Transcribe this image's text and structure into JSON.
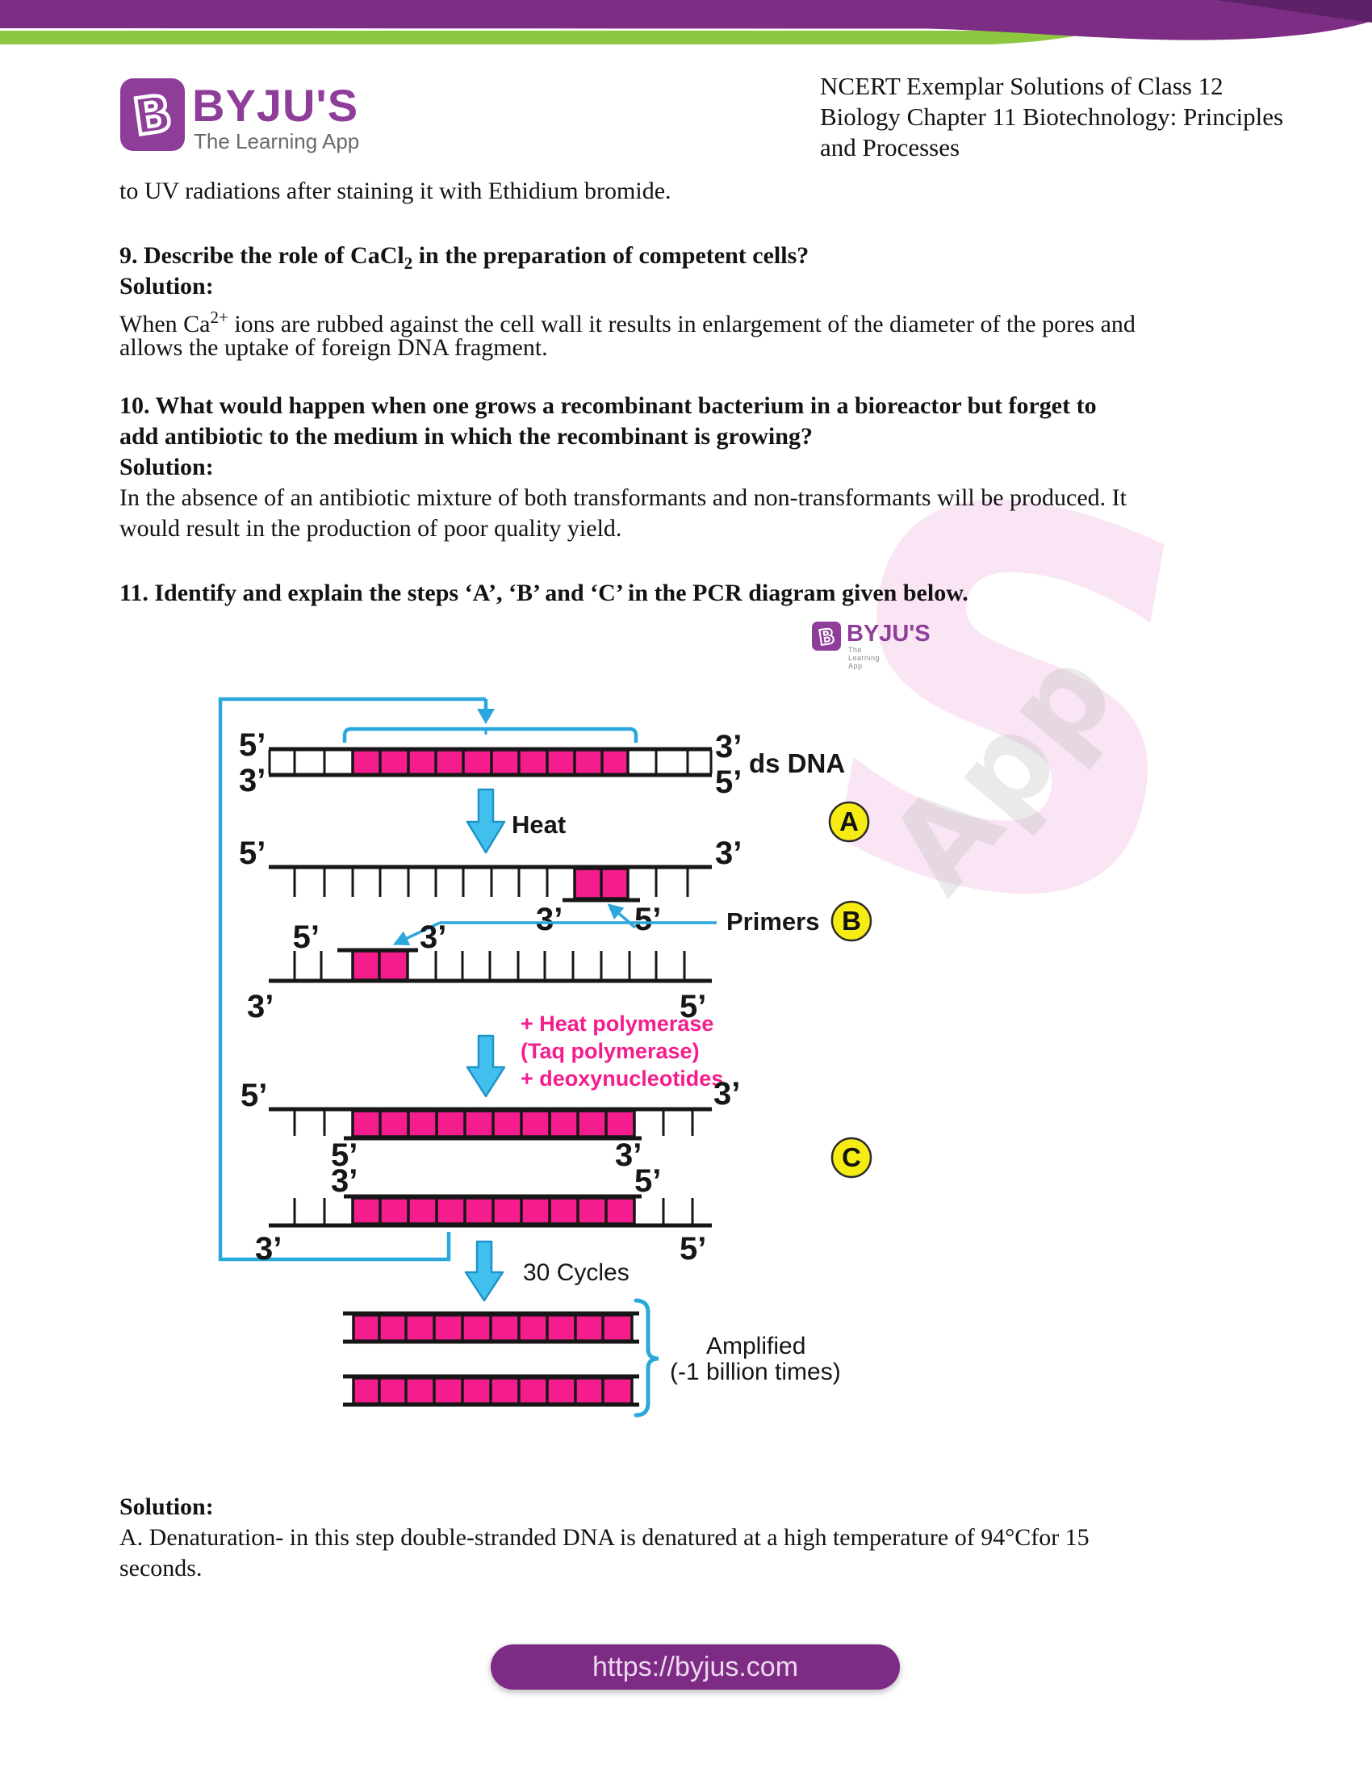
{
  "header": {
    "logo": {
      "icon_letter": "B",
      "brand": "BYJU'S",
      "tagline": "The Learning App"
    },
    "title_lines": [
      "NCERT Exemplar Solutions of Class 12",
      "Biology Chapter 11 Biotechnology: Principles",
      "and Processes"
    ],
    "colors": {
      "purple": "#7d2e84",
      "dark_purple": "#5c2166",
      "green": "#8dc63f",
      "logo_purple": "#8e3d99"
    }
  },
  "content": {
    "intro_line": "to UV radiations after staining it with Ethidium bromide.",
    "q9": {
      "title_prefix": "9. Describe the role of CaCl",
      "title_sub": "2",
      "title_suffix": " in the preparation of competent cells?",
      "solution_label": "Solution:",
      "answer_prefix": "When Ca",
      "answer_sup": "2+",
      "answer_line1_rest": " ions are rubbed against the cell wall it results in enlargement of the diameter of the pores and",
      "answer_line2": "allows the uptake of foreign DNA fragment."
    },
    "q10": {
      "title_line1": "10. What would happen when one grows a recombinant bacterium in a bioreactor but forget to",
      "title_line2": "add antibiotic to the medium in which the recombinant is growing?",
      "solution_label": "Solution:",
      "answer_line1": "In the absence of an antibiotic mixture of both transformants and non-transformants will be produced. It",
      "answer_line2": "would result in the production of poor quality yield."
    },
    "q11": {
      "title": "11. Identify and explain the steps ‘A’, ‘B’ and ‘C’ in the PCR diagram given below."
    },
    "bottom": {
      "solution_label": "Solution:",
      "answer_line1": "A. Denaturation- in this step double-stranded DNA is denatured at a high temperature of 94°Cfor 15",
      "answer_line2": "seconds."
    }
  },
  "diagram": {
    "watermark_logo": {
      "icon_letter": "B",
      "brand": "BYJU'S",
      "tagline": "The Learning App"
    },
    "watermark_s": "S",
    "watermark_app": "App",
    "labels": {
      "p5": "5’",
      "p3": "3’"
    },
    "texts": {
      "ds_dna": "ds DNA",
      "heat": "Heat",
      "primers": "Primers",
      "taq1": "+ Heat polymerase",
      "taq2": "(Taq polymerase)",
      "taq3": "+ deoxynucleotides",
      "cycles": "30 Cycles",
      "amplified1": "Amplified",
      "amplified2": "(-1 billion times)"
    },
    "steps": {
      "a": "A",
      "b": "B",
      "c": "C"
    },
    "colors": {
      "pink": "#f51d8d",
      "blue": "#2aa7dc",
      "arrow_fill": "#41c0ee",
      "arrow_stroke": "#1e93c9",
      "yellow": "#f6ec13",
      "pill_purple": "#7d2b84"
    }
  },
  "footer": {
    "url": "https://byjus.com"
  }
}
